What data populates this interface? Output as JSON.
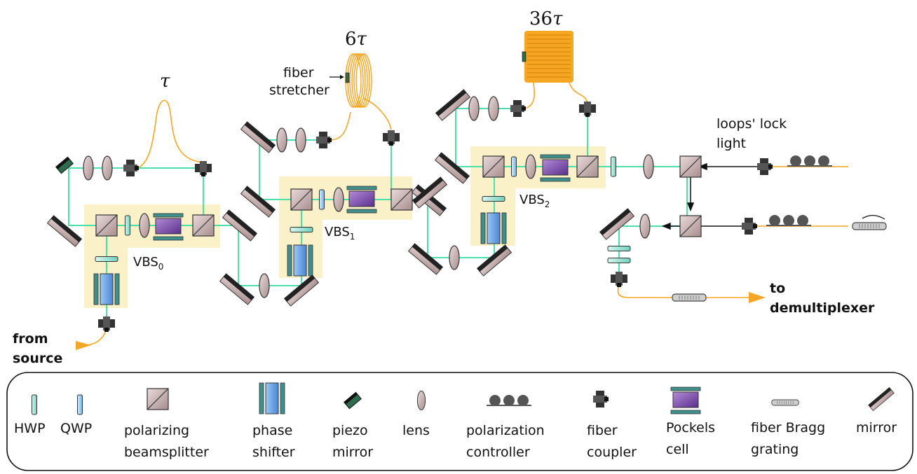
{
  "loops": {
    "tau": "τ",
    "six_tau_num": "6",
    "six_tau_sym": "τ",
    "thirtysix_tau_num": "36",
    "thirtysix_tau_sym": "τ"
  },
  "labels": {
    "fiber_stretcher_1": "fiber",
    "fiber_stretcher_2": "stretcher",
    "vbs0": "VBS",
    "vbs0_sub": "0",
    "vbs1": "VBS",
    "vbs1_sub": "1",
    "vbs2": "VBS",
    "vbs2_sub": "2",
    "lock_light_1": "loops' lock",
    "lock_light_2": "light",
    "from_source_1": "from",
    "from_source_2": "source",
    "to_demux_1": "to",
    "to_demux_2": "demultiplexer"
  },
  "legend": {
    "hwp": "HWP",
    "qwp": "QWP",
    "pbs_1": "polarizing",
    "pbs_2": "beamsplitter",
    "phase_1": "phase",
    "phase_2": "shifter",
    "piezo_1": "piezo",
    "piezo_2": "mirror",
    "lens": "lens",
    "polctrl_1": "polarization",
    "polctrl_2": "controller",
    "coupler_1": "fiber",
    "coupler_2": "coupler",
    "pockels_1": "Pockels",
    "pockels_2": "cell",
    "fbg_1": "fiber Bragg",
    "fbg_2": "grating",
    "mirror": "mirror"
  },
  "colors": {
    "beam": "#4de0a8",
    "fiber": "#f5a623",
    "box": "#fbf1c9",
    "optic": "#c9aeae",
    "pockels": "#8050b0",
    "phase": "#6ca6e8",
    "coupler": "#222222"
  }
}
